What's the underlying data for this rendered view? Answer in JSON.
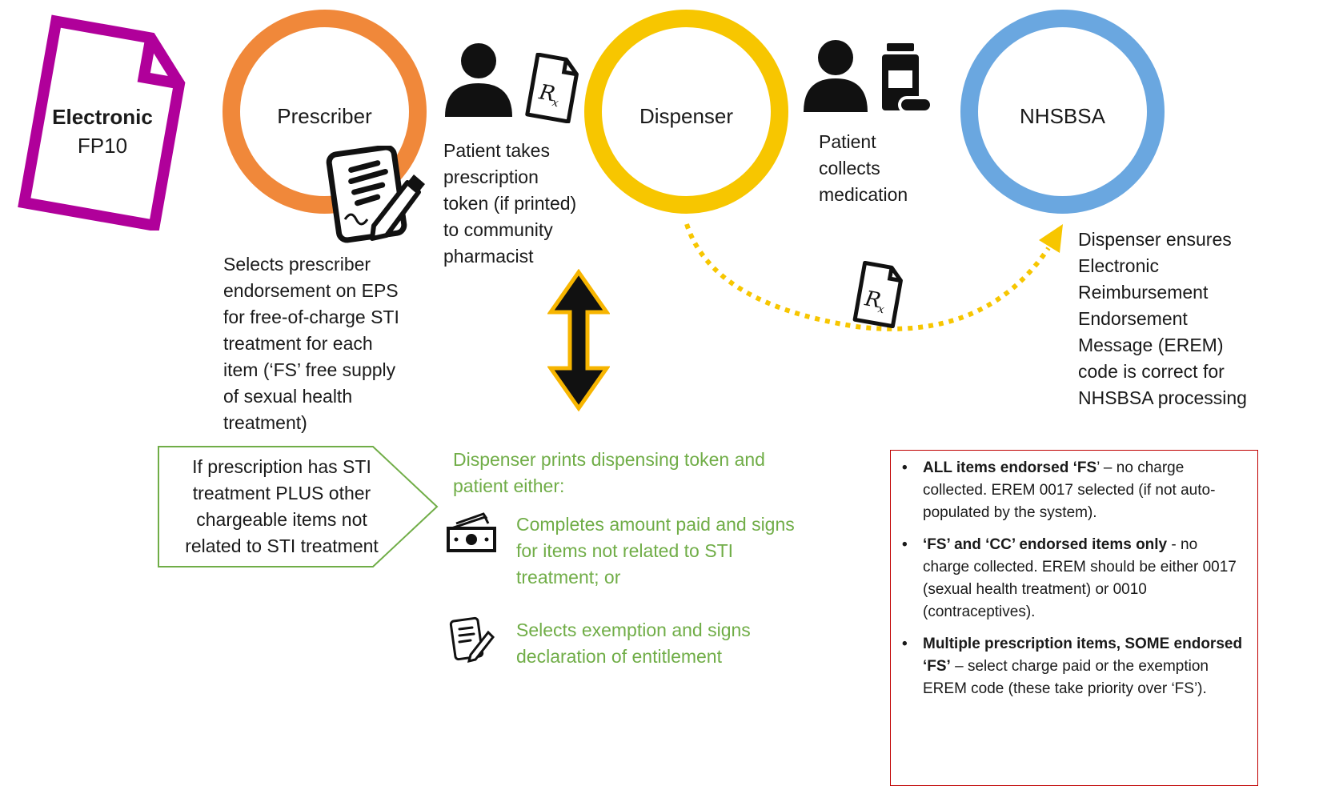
{
  "doc": {
    "title_bold": "Electronic",
    "title_sub": "FP10"
  },
  "nodes": {
    "prescriber": "Prescriber",
    "dispenser": "Dispenser",
    "nhsbsa": "NHSBSA"
  },
  "colors": {
    "doc": "#b0009a",
    "prescriber": "#f0883a",
    "dispenser": "#f7c600",
    "nhsbsa": "#6aa7e0",
    "green_text": "#70ad47",
    "arrow_outline": "#f7b500",
    "box_red": "#c00000"
  },
  "steps": {
    "patient_takes": [
      "Patient takes",
      "prescription",
      "token (if printed)",
      "to community",
      "pharmacist"
    ],
    "patient_collects": [
      "Patient",
      "collects",
      "medication"
    ],
    "prescriber_text": [
      "Selects prescriber",
      "endorsement on EPS",
      "for free-of-charge STI",
      "treatment for each",
      "item (‘FS’ free supply",
      "of sexual health",
      "treatment)"
    ],
    "dispenser_ensures": [
      "Dispenser ensures",
      "Electronic",
      "Reimbursement",
      "Endorsement",
      "Message (EREM)",
      "code is correct for",
      "NHSBSA processing"
    ]
  },
  "callout": [
    "If prescription has STI",
    "treatment PLUS other",
    "chargeable items not",
    "related to STI treatment"
  ],
  "token": {
    "heading": [
      "Dispenser prints dispensing token and",
      "patient either:"
    ],
    "option1": [
      "Completes amount paid and signs",
      "for items not related to STI",
      "treatment; or"
    ],
    "option2": [
      "Selects exemption and signs",
      "declaration of entitlement"
    ]
  },
  "rules": [
    {
      "bold": "ALL items endorsed ‘FS",
      "rest": "’ – no charge collected. EREM 0017 selected (if not auto-populated by the system)."
    },
    {
      "bold": "‘FS’ and ‘CC’ endorsed items only",
      "rest": " - no charge collected. EREM should be either 0017 (sexual health treatment) or 0010 (contraceptives)."
    },
    {
      "bold": "Multiple prescription items, SOME endorsed ‘FS’",
      "rest": " – select charge paid or the exemption EREM code (these take priority over ‘FS’)."
    }
  ],
  "icons": [
    "document-icon",
    "person-icon",
    "prescription-icon",
    "medication-icon",
    "signing-icon",
    "money-icon",
    "form-sign-icon",
    "double-arrow-icon"
  ]
}
